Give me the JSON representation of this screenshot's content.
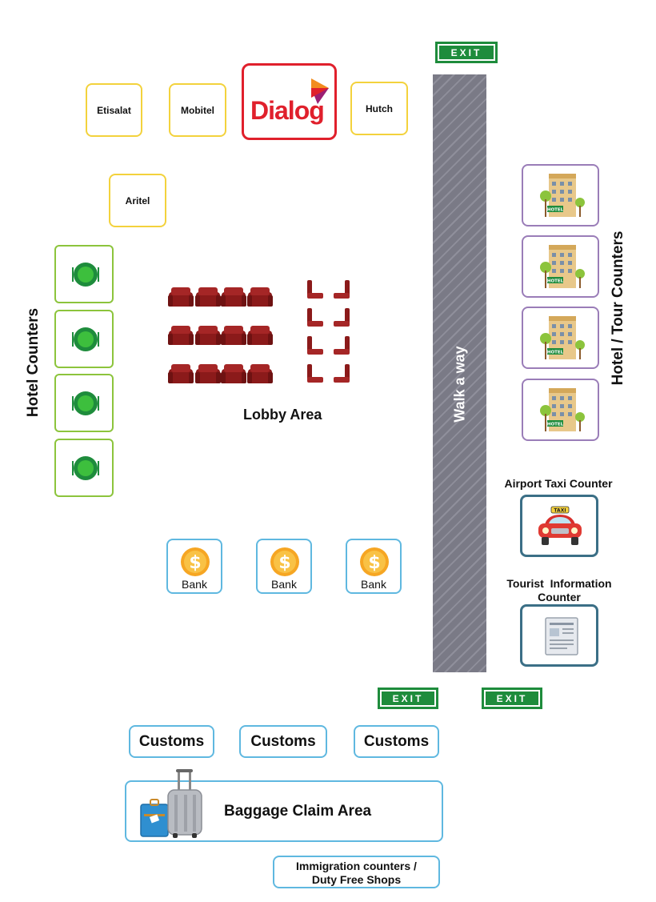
{
  "exits": {
    "label": "EXIT"
  },
  "telecom": {
    "etisalat": "Etisalat",
    "mobitel": "Mobitel",
    "dialog": "Dialog",
    "hutch": "Hutch",
    "airtel": "Aritel"
  },
  "walkway": {
    "label": "Walk a way"
  },
  "left_side": {
    "label": "Hotel Counters"
  },
  "right_side": {
    "label": "Hotel / Tour Counters",
    "hotel_sign": "HOTEL"
  },
  "lobby": {
    "label": "Lobby Area"
  },
  "banks": [
    {
      "label": "Bank",
      "symbol": "$"
    },
    {
      "label": "Bank",
      "symbol": "$"
    },
    {
      "label": "Bank",
      "symbol": "$"
    }
  ],
  "taxi": {
    "title": "Airport Taxi Counter",
    "sign": "TAXI"
  },
  "tourist": {
    "title_line1": "Tourist  Information",
    "title_line2": "Counter"
  },
  "customs": [
    "Customs",
    "Customs",
    "Customs"
  ],
  "baggage": {
    "label": "Baggage Claim Area"
  },
  "immigration": {
    "line1": "Immigration counters /",
    "line2": "Duty Free Shops"
  },
  "colors": {
    "exit_green": "#1e8c3c",
    "telecom_yellow": "#f3d23c",
    "dialog_red": "#e0202c",
    "hotel_green": "#8cc43c",
    "tour_purple": "#9a7db8",
    "teal": "#3b6f86",
    "sky_blue": "#5fb8e0",
    "seat_red": "#8b1a1a",
    "walkway_gray": "#7a7a86"
  }
}
